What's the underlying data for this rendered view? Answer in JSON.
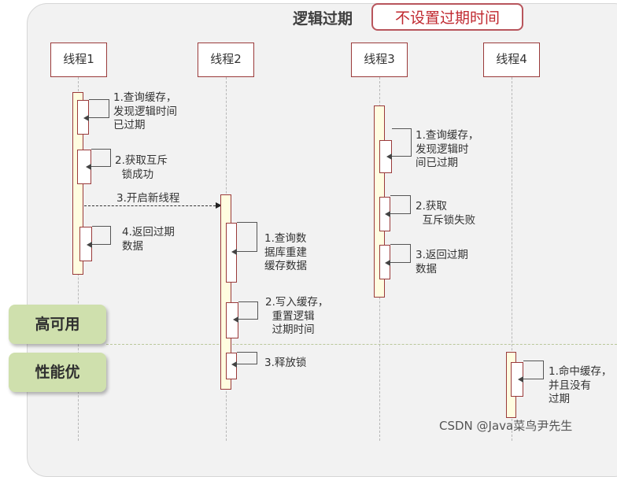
{
  "title": "逻辑过期",
  "badge": "不设置过期时间",
  "threads": [
    "线程1",
    "线程2",
    "线程3",
    "线程4"
  ],
  "sections": [
    "高可用",
    "性能优"
  ],
  "steps": {
    "t1_query": "1.查询缓存，\n发现逻辑时间\n已过期",
    "t1_lock": "2.获取互斥\n  锁成功",
    "t1_new_thread": "3.开启新线程",
    "t1_return": "4.返回过期\n数据",
    "t2_query_db": "1.查询数\n据库重建\n缓存数据",
    "t2_write": "2.写入缓存，\n  重置逻辑\n  过期时间",
    "t2_release": "3.释放锁",
    "t3_query": "1.查询缓存，\n发现逻辑时\n间已过期",
    "t3_lock": "2.获取\n  互斥锁失败",
    "t3_return": "3.返回过期\n数据",
    "t4_hit": "1.命中缓存，\n并且没有\n过期"
  },
  "watermark": "CSDN @Java菜鸟尹先生"
}
